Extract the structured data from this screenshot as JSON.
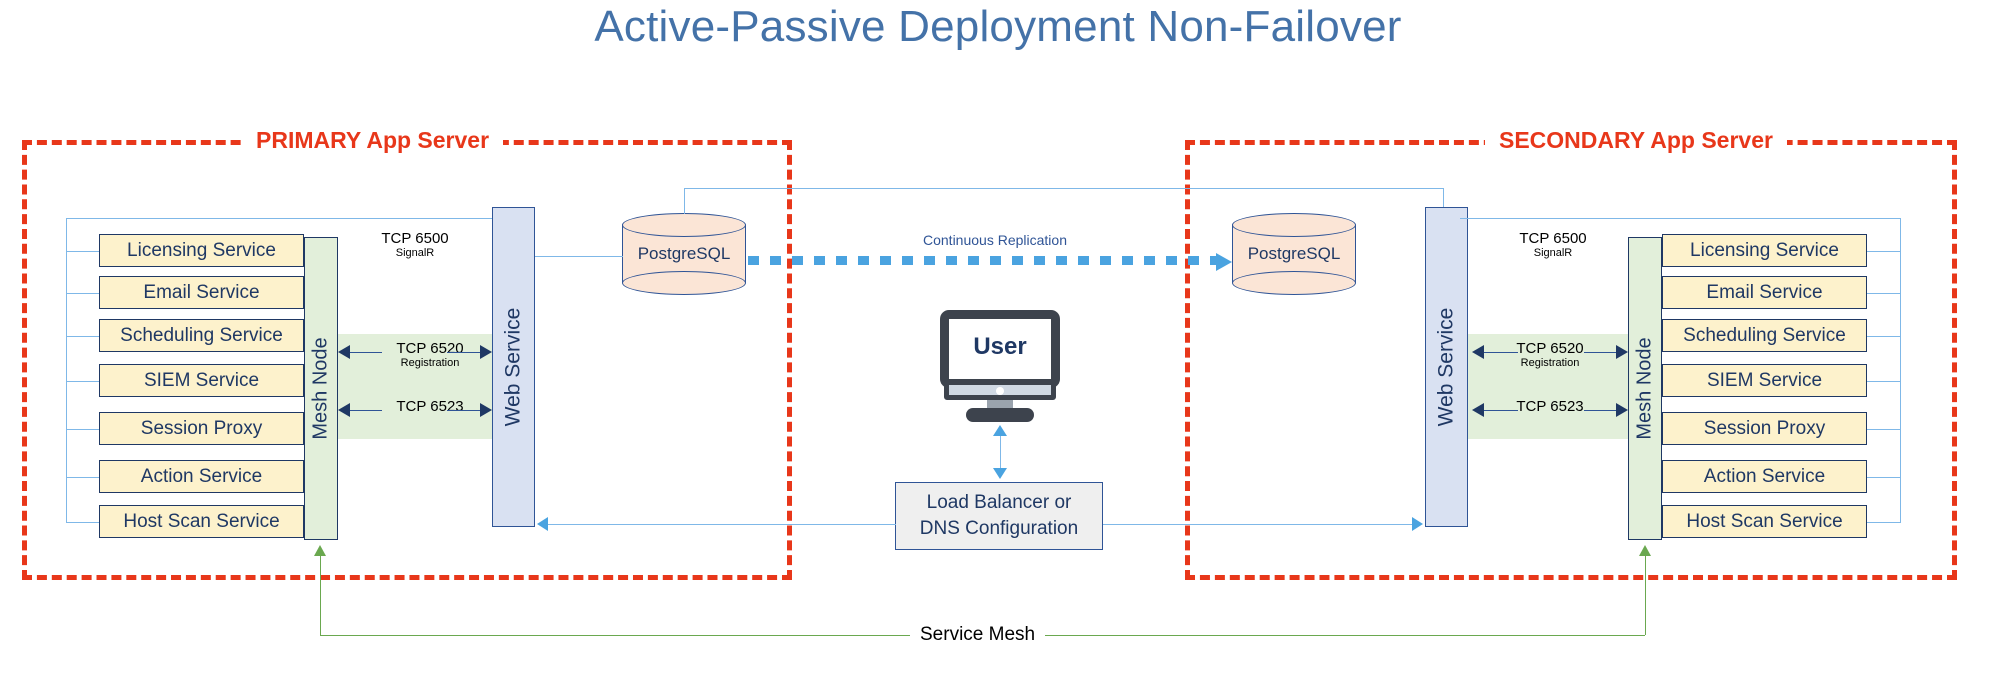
{
  "title": "Active-Passive Deployment Non-Failover",
  "colors": {
    "title": "#4472a8",
    "boundary": "#e8371a",
    "service_fill": "#fdf2cc",
    "mesh_fill": "#e2efda",
    "web_fill": "#d9e1f2",
    "db_fill": "#fbe5d6",
    "connector": "#7fb8e8",
    "mesh_line": "#6aa84f",
    "text_dark": "#1f3864"
  },
  "primary": {
    "label": "PRIMARY App Server",
    "services": [
      "Licensing Service",
      "Email Service",
      "Scheduling Service",
      "SIEM Service",
      "Session Proxy",
      "Action Service",
      "Host Scan Service"
    ],
    "mesh_node": "Mesh Node",
    "web_service": "Web Service",
    "database": "PostgreSQL",
    "ports": [
      {
        "port": "TCP 6500",
        "sub": "SignalR"
      },
      {
        "port": "TCP 6520",
        "sub": "Registration"
      },
      {
        "port": "TCP 6523",
        "sub": ""
      }
    ]
  },
  "secondary": {
    "label": "SECONDARY App Server",
    "services": [
      "Licensing Service",
      "Email Service",
      "Scheduling Service",
      "SIEM Service",
      "Session Proxy",
      "Action Service",
      "Host Scan Service"
    ],
    "mesh_node": "Mesh Node",
    "web_service": "Web Service",
    "database": "PostgreSQL",
    "ports": [
      {
        "port": "TCP 6500",
        "sub": "SignalR"
      },
      {
        "port": "TCP 6520",
        "sub": "Registration"
      },
      {
        "port": "TCP 6523",
        "sub": ""
      }
    ]
  },
  "center": {
    "user": "User",
    "load_balancer": "Load Balancer or\nDNS Configuration",
    "load_balancer_line1": "Load Balancer or",
    "load_balancer_line2": "DNS Configuration"
  },
  "annotations": {
    "replication": "Continuous Replication",
    "service_mesh": "Service Mesh"
  }
}
